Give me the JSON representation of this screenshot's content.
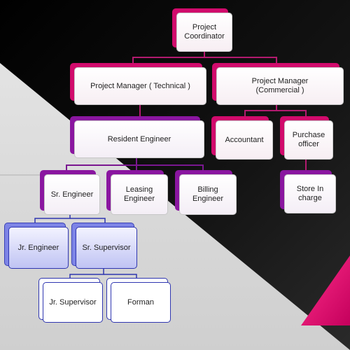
{
  "chart": {
    "nodes": {
      "project_coordinator": "Project\nCoordinator",
      "pm_technical": "Project Manager    ( Technical )",
      "pm_commercial": "Project Manager\n(Commercial )",
      "resident_engineer": "Resident Engineer",
      "accountant": "Accountant",
      "purchase_officer": "Purchase\nofficer",
      "sr_engineer": "Sr. Engineer",
      "leasing_engineer": "Leasing\nEngineer",
      "billing_engineer": "Billing\nEngineer",
      "store_in_charge": "Store In\ncharge",
      "jr_engineer": "Jr. Engineer",
      "sr_supervisor": "Sr. Supervisor",
      "jr_supervisor": "Jr. Supervisor",
      "forman": "Forman"
    }
  },
  "colors": {
    "pink_accent": "#d10a6c",
    "purple_accent": "#8a16a0",
    "blue_accent": "#2f36b0",
    "background_dark": "#0d0d0d",
    "background_light": "#d9d9d9"
  }
}
